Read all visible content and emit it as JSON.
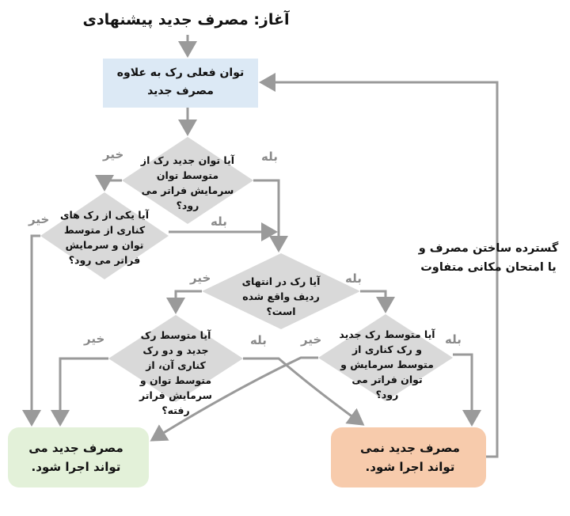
{
  "title": "آغاز: مصرف جدید پیشنهادی",
  "nodes": {
    "start_box": "توان فعلی رک به علاوه مصرف جدید",
    "q1": "آیا توان جدید رک از متوسط توان سرمایش فراتر می رود؟",
    "q2": "آیا یکی از رک های کناری از متوسط توان و سرمایش فراتر می رود؟",
    "q3": "آیا رک در انتهای ردیف واقع شده است؟",
    "q4": "آیا متوسط رک جدید و دو رک کناری آن، از متوسط توان و سرمایش فراتر رفته؟",
    "q5": "آیا متوسط رک جدید و رک کناری از متوسط سرمایش و توان فراتر می رود؟",
    "outcome_yes": "مصرف جدید می تواند اجرا شود.",
    "outcome_no": "مصرف جدید نمی تواند اجرا شود.",
    "loop_note": "گسترده ساختن مصرف و یا امتحان مکانی متفاوت"
  },
  "edge_labels": {
    "yes": "بله",
    "no": "خیر"
  },
  "colors": {
    "start_box": "#dce9f5",
    "decision": "#d9d9d9",
    "outcome_yes": "#e3f1d9",
    "outcome_no": "#f7cbac",
    "arrow": "#9a9a9a",
    "edge_label": "#8a8a8a"
  }
}
